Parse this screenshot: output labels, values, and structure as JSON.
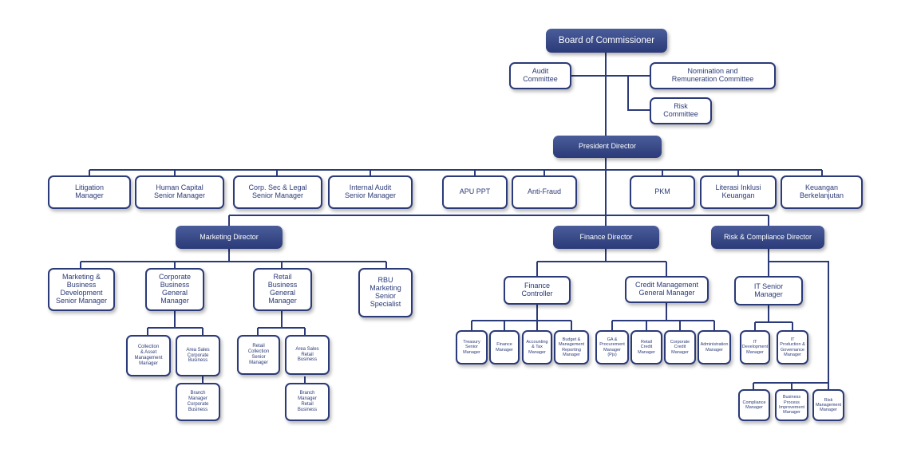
{
  "colors": {
    "primary": "#2b3a78",
    "fill_light": "#4a5d9a",
    "background": "#ffffff"
  },
  "nodes": {
    "board": "Board of Commissioner",
    "audit_committee": "Audit\nCommittee",
    "nomination": "Nomination and\nRemuneration Committee",
    "risk_committee": "Risk\nCommittee",
    "president": "President Director",
    "litigation": "Litigation\nManager",
    "human_capital": "Human Capital\nSenior Manager",
    "corp_sec": "Corp. Sec & Legal\nSenior Manager",
    "internal_audit": "Internal Audit\nSenior Manager",
    "apu_ppt": "APU PPT",
    "anti_fraud": "Anti-Fraud",
    "pkm": "PKM",
    "literasi": "Literasi Inklusi\nKeuangan",
    "keuangan": "Keuangan\nBerkelanjutan",
    "marketing_director": "Marketing Director",
    "finance_director": "Finance Director",
    "risk_director": "Risk & Compliance Director",
    "mbd": "Marketing &\nBusiness\nDevelopment\nSenior Manager",
    "corp_biz_gm": "Corporate\nBusiness\nGeneral\nManager",
    "retail_biz_gm": "Retail\nBusiness\nGeneral\nManager",
    "rbu": "RBU\nMarketing\nSenior\nSpecialist",
    "collection_asset": "Collection\n& Asset\nManagement\nManager",
    "area_sales_corp": "Area Sales\nCorporate\nBusiness",
    "branch_corp": "Branch\nManager\nCorporate\nBusiness",
    "retail_collection": "Retail\nCollection\nSenior\nManager",
    "area_sales_retail": "Area Sales\nRetail\nBusiness",
    "branch_retail": "Branch\nManager\nRetail\nBusiness",
    "finance_controller": "Finance\nController",
    "credit_mgmt": "Credit Management\nGeneral Manager",
    "treasury": "Treasury\nSenior\nManager",
    "finance_manager": "Finance\nManager",
    "accounting": "Accounting\n& Tax\nManager",
    "budget": "Budget &\nManagement\nReporting\nManager",
    "ga_procurement": "GA &\nProcurement\nManager\n(Pjs)",
    "retail_credit": "Retail\nCredit\nManager",
    "corporate_credit": "Corporate\nCredit\nManager",
    "administration": "Administration\nManager",
    "it_senior": "IT Senior\nManager",
    "it_development": "IT\nDevelopment\nManager",
    "it_production": "IT\nProduction &\nGovernance\nManager",
    "compliance": "Compliance\nManager",
    "bpi": "Business\nProcess\nImprovement\nManager",
    "risk_management": "Risk\nManagement\nManager"
  }
}
